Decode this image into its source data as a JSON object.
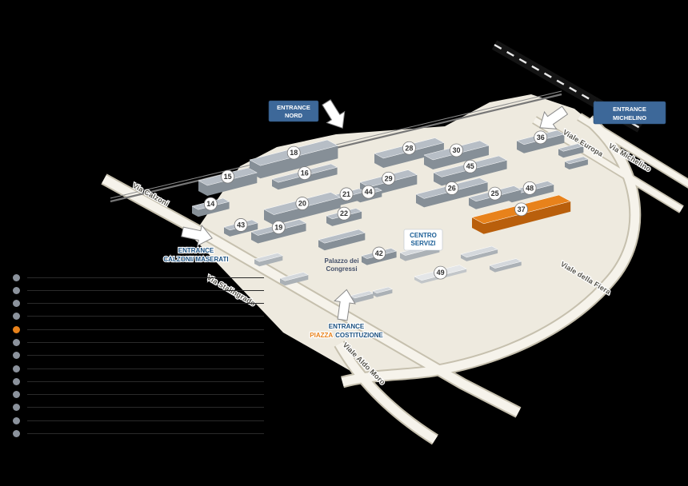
{
  "canvas": {
    "background": "#000000"
  },
  "legend": {
    "items": [
      {
        "color": "#8b929c"
      },
      {
        "color": "#8b929c"
      },
      {
        "color": "#8b929c"
      },
      {
        "color": "#8b929c"
      },
      {
        "color": "#e8821b"
      },
      {
        "color": "#8b929c"
      },
      {
        "color": "#8b929c"
      },
      {
        "color": "#8b929c"
      },
      {
        "color": "#8b929c"
      },
      {
        "color": "#8b929c"
      },
      {
        "color": "#8b929c"
      },
      {
        "color": "#8b929c"
      },
      {
        "color": "#8b929c"
      }
    ]
  },
  "map": {
    "entrances": [
      {
        "id": "north",
        "line1": "ENTRANCE",
        "line2": "NORD"
      },
      {
        "id": "michelino",
        "line1": "ENTRANCE",
        "line2": "MICHELINO"
      },
      {
        "id": "calzoni",
        "line1": "ENTRANCE",
        "line2": "CALZONI/ MASERATI"
      },
      {
        "id": "costituzione",
        "line1": "ENTRANCE",
        "line2_accent": "PIAZZA",
        "line2": "COSTITUZIONE"
      }
    ],
    "roads": [
      {
        "name": "Via Calzoni"
      },
      {
        "name": "Via Stalingrado"
      },
      {
        "name": "Viale Aldo Moro"
      },
      {
        "name": "Viale della Fiera"
      },
      {
        "name": "Viale Europa"
      },
      {
        "name": "Via Michelino"
      }
    ],
    "places": [
      {
        "id": "centro-servizi",
        "line1": "CENTRO",
        "line2": "SERVIZI"
      },
      {
        "id": "palazzo-congressi",
        "line1": "Palazzo dei",
        "line2": "Congressi"
      }
    ],
    "buildings": [
      {
        "number": "18"
      },
      {
        "number": "28"
      },
      {
        "number": "30"
      },
      {
        "number": "36"
      },
      {
        "number": "16"
      },
      {
        "number": "45"
      },
      {
        "number": "15"
      },
      {
        "number": "29"
      },
      {
        "number": "48"
      },
      {
        "number": "44"
      },
      {
        "number": "21"
      },
      {
        "number": "26"
      },
      {
        "number": "25"
      },
      {
        "number": "14"
      },
      {
        "number": "20"
      },
      {
        "number": "22"
      },
      {
        "number": "37",
        "highlighted": true
      },
      {
        "number": "43"
      },
      {
        "number": "19"
      },
      {
        "number": "42"
      },
      {
        "number": "49"
      }
    ],
    "colors": {
      "highlight": "#e8821b",
      "building_top": "#b7bec6",
      "building_side": "#868f97",
      "map_base": "#eeeadf",
      "road_fill": "#f6f3eb",
      "road_casing": "#c6c0ae",
      "label_blue": "#1a5080",
      "entrance_box_blue": "#3d6899"
    }
  }
}
